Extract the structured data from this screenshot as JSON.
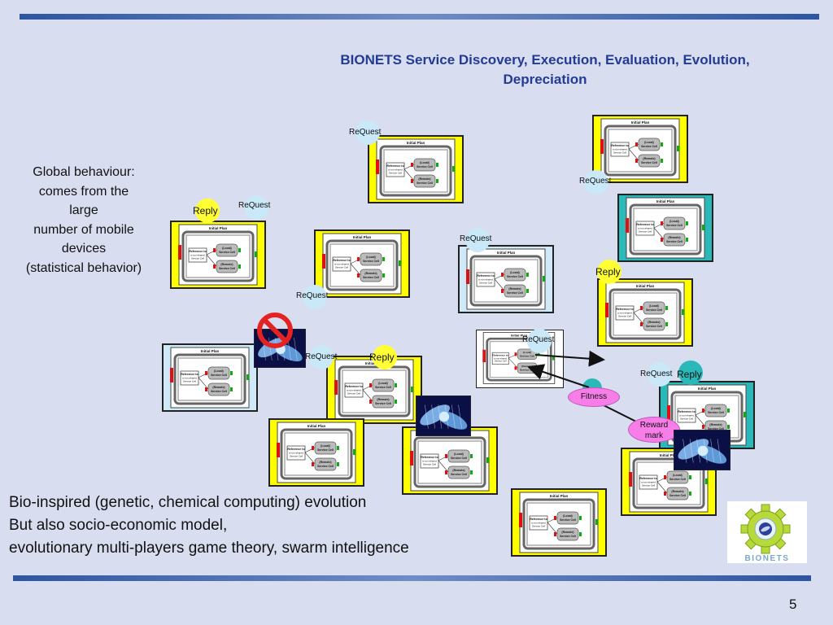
{
  "title_line1": "BIONETS Service Discovery, Execution, Evaluation, Evolution,",
  "title_line2": "Depreciation",
  "global_text": [
    "Global behaviour:",
    "comes from the",
    "large",
    "number of mobile",
    "devices",
    "(statistical behavior)"
  ],
  "bottom_text": [
    "Bio-inspired  (genetic, chemical computing) evolution",
    "But also socio-economic model,",
    "evolutionary multi-players game theory, swarm intelligence"
  ],
  "page_number": "5",
  "labels": {
    "request": "ReQuest",
    "reply": "Reply",
    "fitness": "Fitness",
    "reward_line1": "Reward",
    "reward_line2": "mark"
  },
  "cell_text": {
    "initial_plan": "Initial Plan",
    "reference_line1": "Reference to",
    "reference_line2": "a non-shared",
    "reference_line3": "Service Cell",
    "local_line1": "(Local)",
    "local_line2": "Service Cell",
    "remote_line1": "(Remote)",
    "remote_line2": "Service Cell"
  },
  "logo_text": "BIONETS",
  "colors": {
    "title": "#233b95",
    "background": "#d8ddef",
    "cell_yellow": "#ffff00",
    "cell_teal": "#2bb8b8",
    "cell_lightblue": "#cfe9f8",
    "request_circle": "#c9e8f8",
    "reply_circle": "#ffff33",
    "fitness_oval": "#f77de8"
  }
}
